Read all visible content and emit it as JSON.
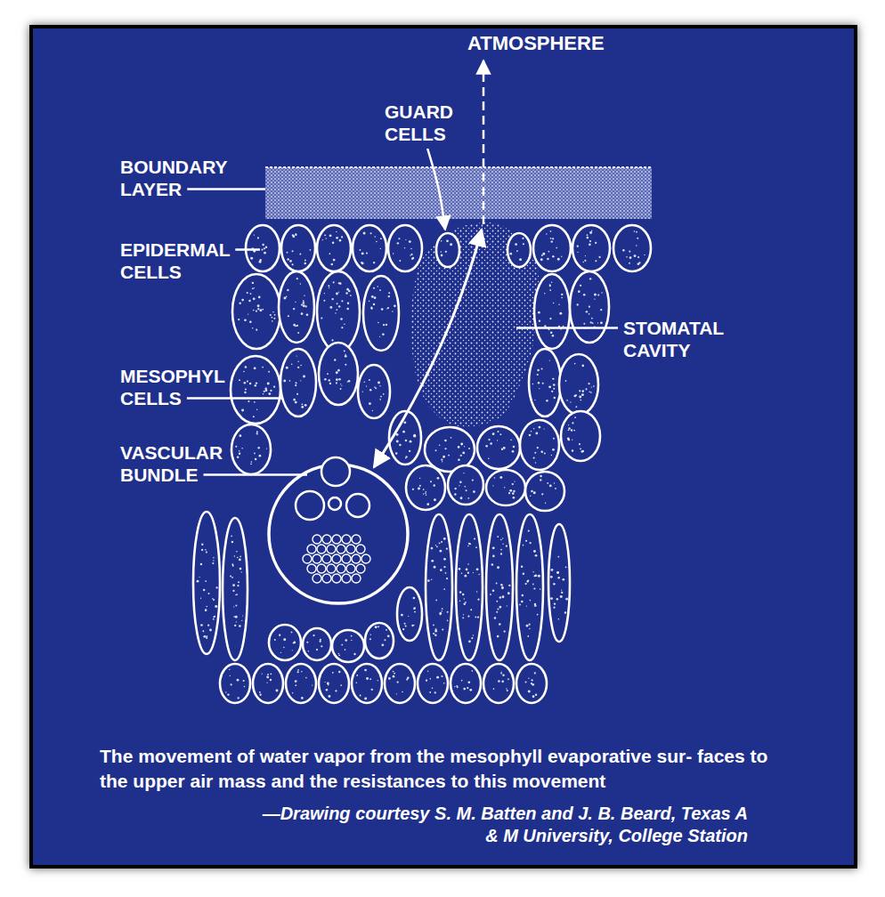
{
  "diagram": {
    "caption": "The movement of water vapor from the mesophyll evaporative sur- faces to the upper air mass and the resistances to this movement",
    "labels": [
      "ATMOSPHERE",
      "GUARD CELLS",
      "BOUNDARY LAYER",
      "EPIDERMAL CELLS",
      "STOMATAL CAVITY",
      "MESOPHYL CELLS",
      "VASCULAR BUNDLE",
      "—Drawing courtesy S. M. Batten and J. B. Beard, Texas A & M University, College Station"
    ]
  }
}
